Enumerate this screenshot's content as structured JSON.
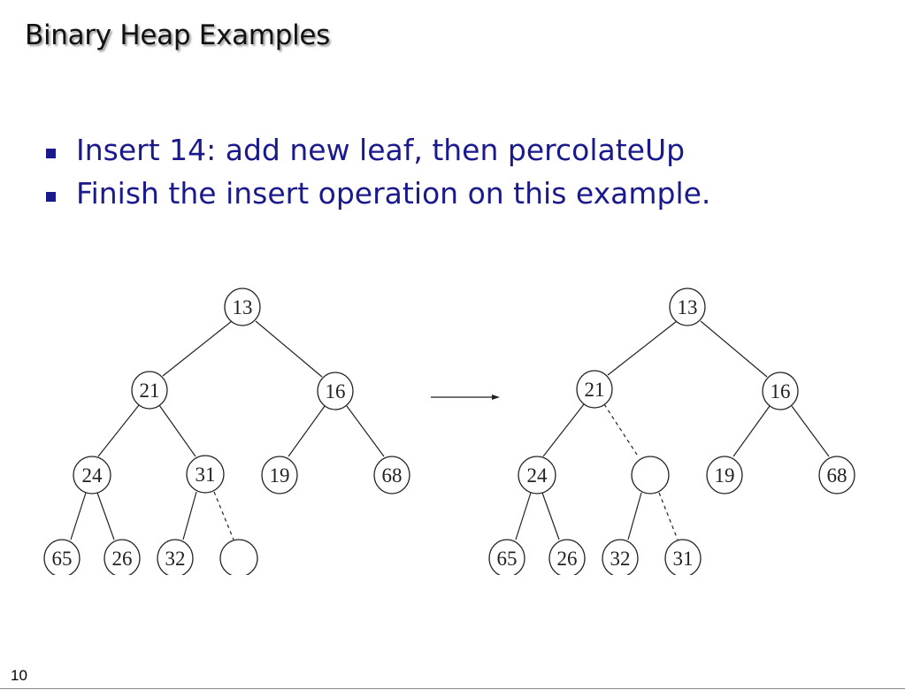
{
  "slide": {
    "title": "Binary Heap Examples",
    "bullets": [
      "Insert 14: add new leaf, then percolateUp",
      "Finish the insert operation on this example."
    ],
    "page_number": "10"
  },
  "colors": {
    "bullet_text": "#1a1a8c",
    "title_text": "#111111"
  },
  "diagram": {
    "before": {
      "nodes": {
        "n13": "13",
        "n21": "21",
        "n16": "16",
        "n24": "24",
        "n31": "31",
        "n19": "19",
        "n68": "68",
        "n65": "65",
        "n26": "26",
        "n32": "32",
        "hole": ""
      }
    },
    "after": {
      "nodes": {
        "n13": "13",
        "n21": "21",
        "n16": "16",
        "n24": "24",
        "hole": "",
        "n19": "19",
        "n68": "68",
        "n65": "65",
        "n26": "26",
        "n32": "32",
        "n31": "31"
      }
    }
  }
}
